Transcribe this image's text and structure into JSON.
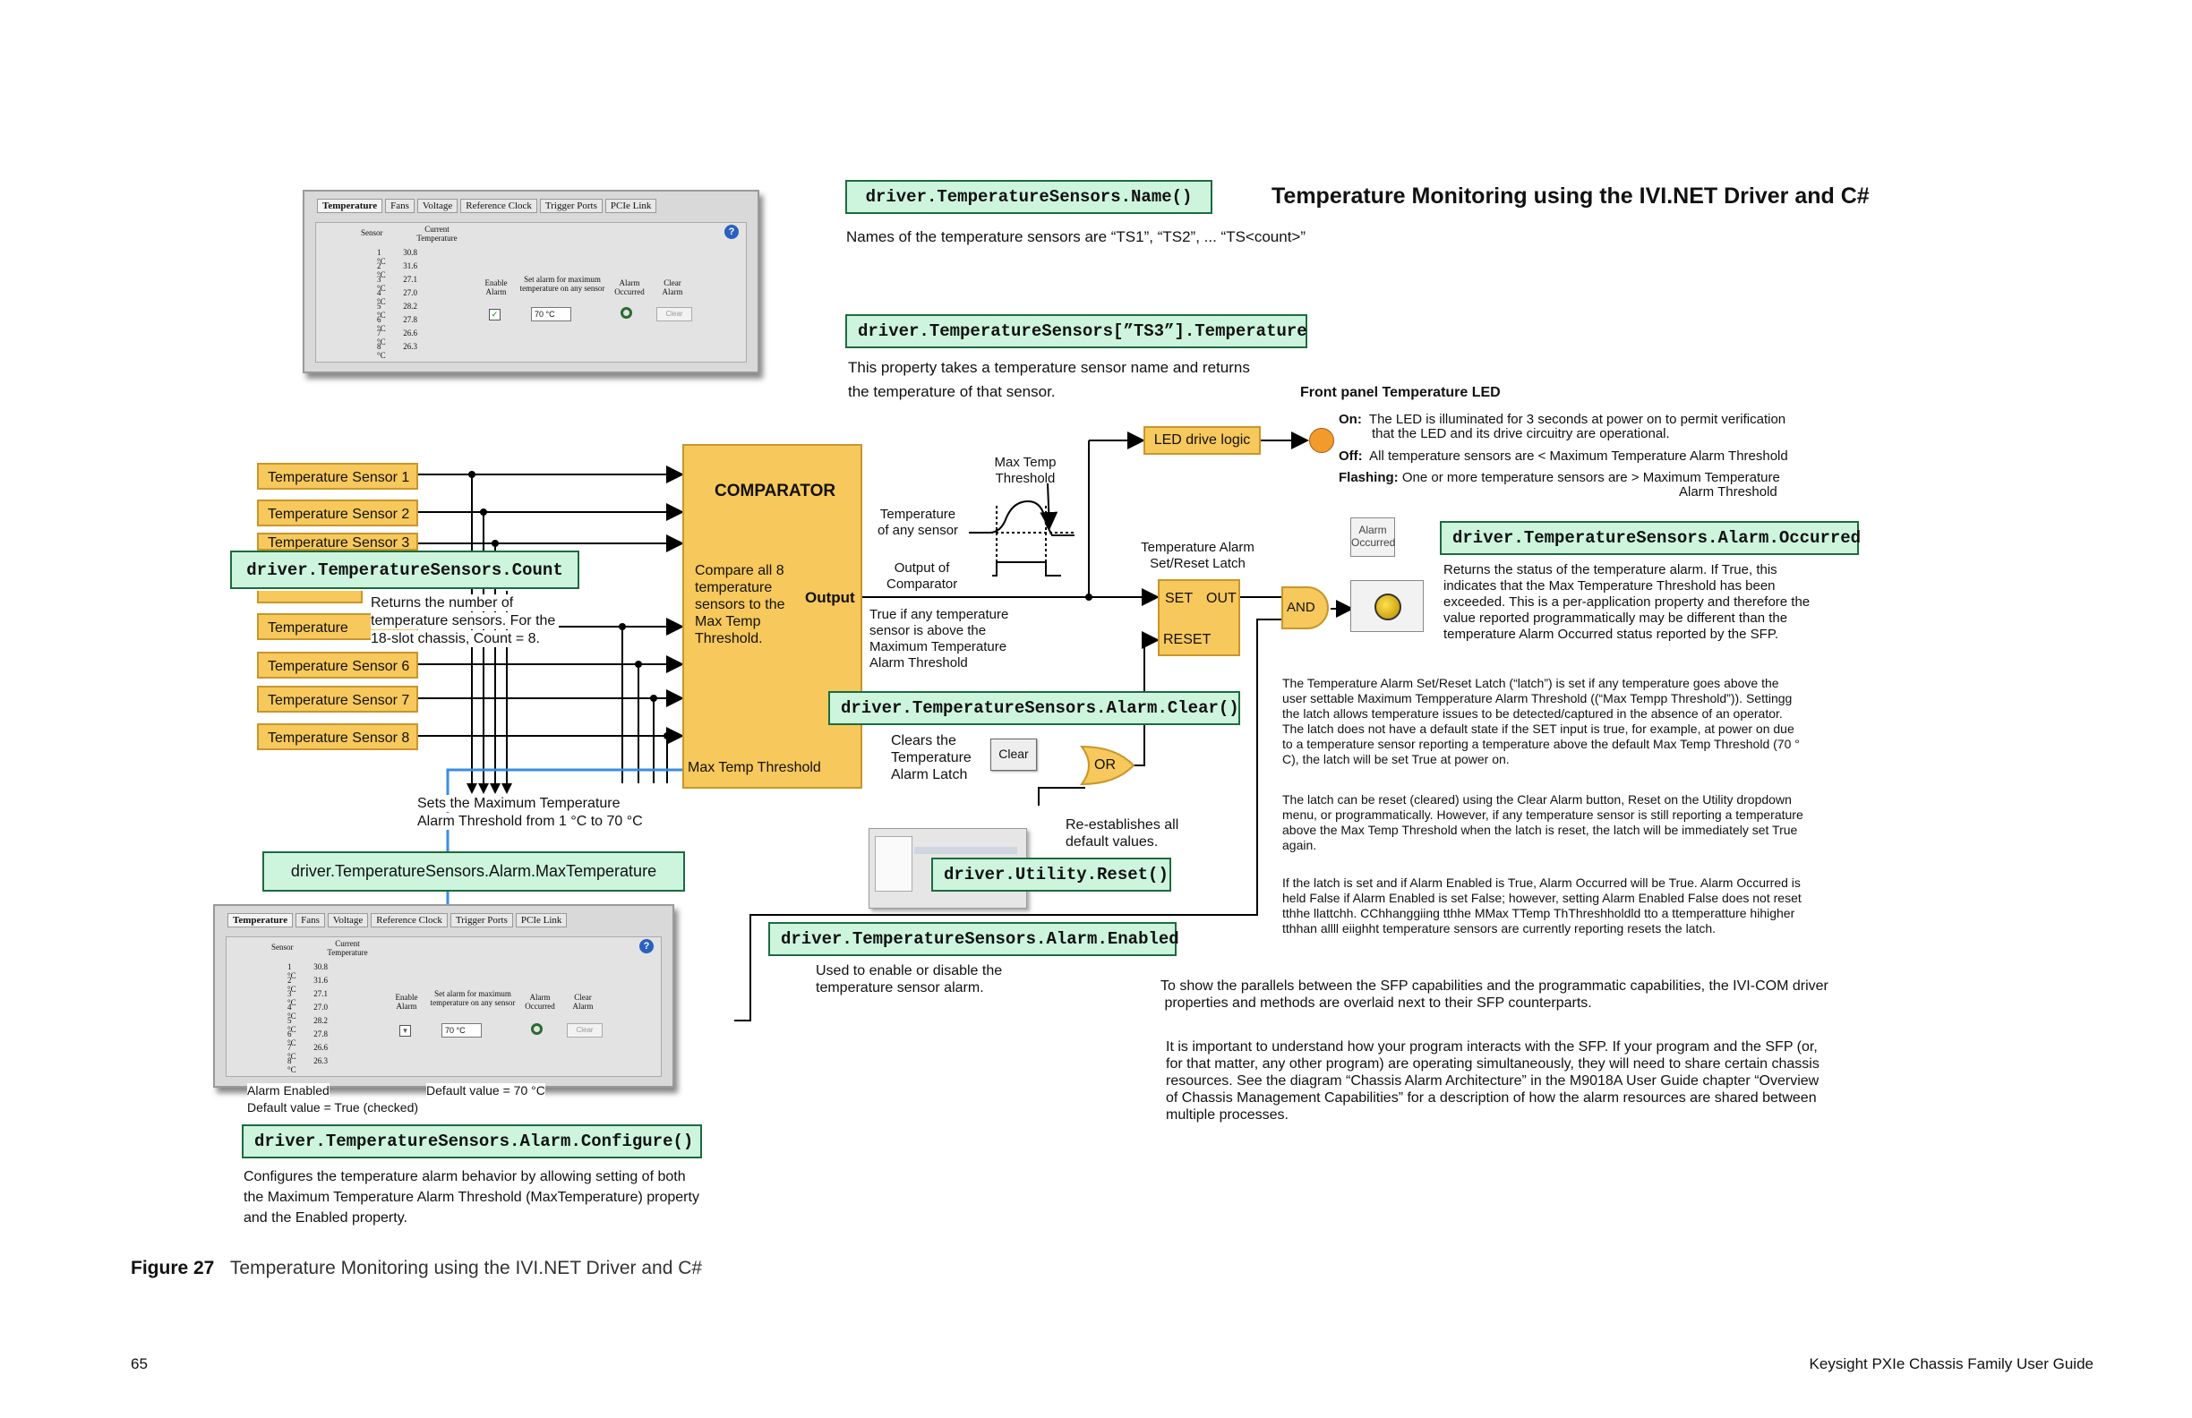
{
  "title": "Temperature Monitoring using the IVI.NET Driver and C#",
  "code": {
    "name": "driver.TemperatureSensors.Name()",
    "temperature": "driver.TemperatureSensors[”TS3”].Temperature",
    "count": "driver.TemperatureSensors.Count",
    "occurred": "driver.TemperatureSensors.Alarm.Occurred",
    "clear": "driver.TemperatureSensors.Alarm.Clear()",
    "reset": "driver.Utility.Reset()",
    "enabled": "driver.TemperatureSensors.Alarm.Enabled",
    "maxtemp": "driver.TemperatureSensors.Alarm.MaxTemperature",
    "configure": "driver.TemperatureSensors.Alarm.Configure()"
  },
  "notes": {
    "name": "Names of the temperature sensors are “TS1”, “TS2”, ... “TS<count>”",
    "temperature_1": "This property takes a temperature sensor name and returns",
    "temperature_2": "the temperature of that sensor.",
    "count_1": "Returns the number of",
    "count_2": "temperature sensors. For the",
    "count_3": "18-slot chassis, Count = 8.",
    "maxtemp_1": "Sets the Maximum Temperature",
    "maxtemp_2": "Alarm Threshold from 1 °C to 70 °C",
    "enabled_1": "Used to enable or disable the",
    "enabled_2": "temperature sensor alarm.",
    "configure_1": "Configures the temperature alarm behavior by allowing setting of both",
    "configure_2": "the Maximum Temperature Alarm Threshold (MaxTemperature) property",
    "configure_3": "and the Enabled property.",
    "clears_1": "Clears the",
    "clears_2": "Temperature",
    "clears_3": "Alarm Latch",
    "reestablish_1": "Re-establishes all",
    "reestablish_2": "default values.",
    "alarm_enabled": "Alarm Enabled",
    "default_true": "Default value = True (checked)",
    "default_70": "Default value = 70 °C"
  },
  "sensors": [
    "Temperature Sensor 1",
    "Temperature Sensor 2",
    "Temperature Sensor 3",
    "Temperature",
    "Temperature Sensor 6",
    "Temperature Sensor 7",
    "Temperature Sensor 8"
  ],
  "comparator": {
    "title": "COMPARATOR",
    "desc_1": "Compare all 8",
    "desc_2": "temperature",
    "desc_3": "sensors to the",
    "desc_4": "Max Temp",
    "desc_5": "Threshold.",
    "output": "Output",
    "max_temp_threshold": "Max Temp Threshold"
  },
  "waveform": {
    "max_temp_1": "Max Temp",
    "max_temp_2": "Threshold",
    "temp_any_1": "Temperature",
    "temp_any_2": "of any sensor",
    "out_comp_1": "Output of",
    "out_comp_2": "Comparator",
    "true_if_1": "True if any temperature",
    "true_if_2": "sensor is above the",
    "true_if_3": "Maximum Temperature",
    "true_if_4": "Alarm Threshold"
  },
  "led_drive": "LED drive logic",
  "latch": {
    "label_1": "Temperature Alarm",
    "label_2": "Set/Reset Latch",
    "set": "SET",
    "out": "OUT",
    "reset": "RESET"
  },
  "gates": {
    "and": "AND",
    "or": "OR"
  },
  "front_panel": {
    "heading": "Front panel Temperature LED",
    "on_label": "On:",
    "on_text_1": "The LED is illuminated for 3 seconds at power on to permit verification",
    "on_text_2": "that the LED and its drive circuitry are operational.",
    "off_label": "Off:",
    "off_text": "All temperature sensors are  <  Maximum Temperature Alarm Threshold",
    "flash_label": "Flashing:",
    "flash_text_1": "One or more temperature sensors  are  >  Maximum Temperature",
    "flash_text_2": "Alarm Threshold"
  },
  "alarm_occurred_btn": "Alarm Occurred",
  "clear_btn": "Clear",
  "occurred_desc": [
    "Returns the status of the temperature alarm. If True, this",
    "indicates that the Max Temperature Threshold has been",
    "exceeded. This is a per-application property and therefore the",
    "value reported programmatically may be different than the",
    "temperature Alarm Occurred status reported by the SFP."
  ],
  "latch_para_1": [
    "The Temperature Alarm Set/Reset Latch (“latch”) is set if any temperature goes above the",
    "user settable Maximum Tempperature Alarm Threshold ((“Max Tempp Threshold”)). Settingg",
    "the latch allows temperature issues to be detected/captured in the absence of an operator.",
    "The latch does not have a default state   if the SET input is true, for example, at power  on due",
    "to a temperature sensor reporting a temperature above the default Max Temp Threshold (70 °",
    "C), the latch will be set True at power  on."
  ],
  "latch_para_2": [
    "The latch can be reset (cleared) using the Clear Alarm button, Reset on the Utility dropdown",
    "menu, or programmatically. However, if any temperature sensor is still reporting a temperature",
    "above the Max Temp Threshold when the latch is reset, the latch will be immediately set True",
    "again."
  ],
  "latch_para_3": [
    "If the latch is set and if Alarm Enabled is True, Alarm Occurred will be True. Alarm Occurred is",
    "held False if Alarm Enabled is set False; however, setting Alarm Enabled False does not reset",
    "tthhe llattchh. CChhanggiing tthhe MMax TTemp ThThreshholdld tto a ttemperatture hihigher",
    "tthhan allll eiighht temperature sensors are currently reporting resets the latch."
  ],
  "parallel_para": [
    "To show the parallels between the SFP capabilities and the programmatic capabilities, the IVI-COM driver",
    " properties and methods are overlaid next to their SFP counterparts."
  ],
  "important_para": [
    "It is important to understand how your program interacts with the SFP. If your program and the SFP (or,",
    "for that matter, any other program) are operating simultaneously, they will need to share certain chassis",
    "resources. See the diagram “Chassis Alarm Architecture” in the M9018A User Guide chapter “Overview",
    "of Chassis Management Capabilities” for a description of how the alarm resources are shared between",
    "multiple processes."
  ],
  "sfp": {
    "tabs": [
      "Temperature",
      "Fans",
      "Voltage",
      "Reference Clock",
      "Trigger Ports",
      "PCIe Link"
    ],
    "sensor_hdr": "Sensor",
    "current_hdr": "Current Temperature",
    "enable_hdr": "Enable Alarm",
    "setalarm_hdr": "Set alarm for maximum temperature on any sensor",
    "occurred_hdr": "Alarm Occurred",
    "clear_hdr": "Clear Alarm",
    "rows": [
      {
        "n": "1",
        "t": "30.8 °C"
      },
      {
        "n": "2",
        "t": "31.6 °C"
      },
      {
        "n": "3",
        "t": "27.1 °C"
      },
      {
        "n": "4",
        "t": "27.0 °C"
      },
      {
        "n": "5",
        "t": "28.2 °C"
      },
      {
        "n": "6",
        "t": "27.8 °C"
      },
      {
        "n": "7",
        "t": "26.6 °C"
      },
      {
        "n": "8",
        "t": "26.3 °C"
      }
    ],
    "threshold": "70 °C",
    "clear": "Clear"
  },
  "caption": {
    "label": "Figure 27",
    "text": "Temperature Monitoring using the IVI.NET Driver and C#"
  },
  "footer": {
    "page": "65",
    "guide": "Keysight PXIe Chassis Family User Guide"
  },
  "colors": {
    "code_bg": "#cdf5de",
    "code_border": "#1c6b3e",
    "block": "#f7c85b",
    "led": "#f39a2d",
    "blue_wire": "#3a8de0"
  }
}
